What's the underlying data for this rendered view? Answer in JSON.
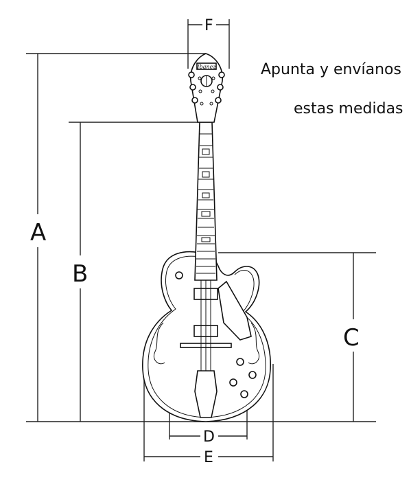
{
  "instruction": {
    "line1": "Apunta y envíanos",
    "line2": "estas medidas"
  },
  "headstock_logo": "Ibanez",
  "dimensions": {
    "A": "A",
    "B": "B",
    "C": "C",
    "D": "D",
    "E": "E",
    "F": "F"
  }
}
